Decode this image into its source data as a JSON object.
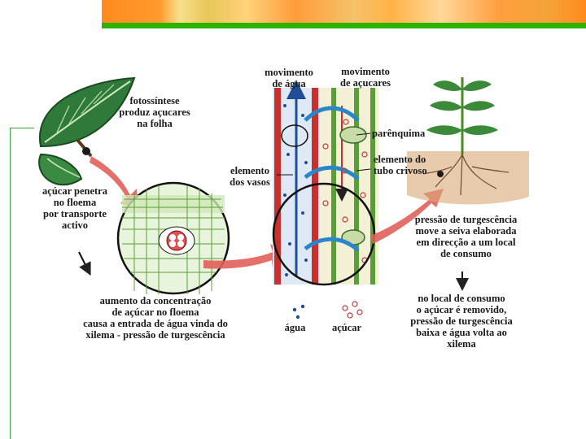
{
  "labels": {
    "photosynthesis": [
      "fotossíntese",
      "produz açucares",
      "na folha"
    ],
    "sugar_enters": [
      "açúcar penetra",
      "no floema",
      "por transporte",
      "activo"
    ],
    "concentration": [
      "aumento da concentração",
      "de açúcar no floema",
      "causa a entrada de água vinda do",
      "xilema - pressão de turgescência"
    ],
    "water_movement": [
      "movimento",
      "de água"
    ],
    "sugar_movement": [
      "movimento",
      "de açucares"
    ],
    "parenchyma": "parênquima",
    "vessel_element": [
      "elemento",
      "dos vasos"
    ],
    "sieve_tube": [
      "elemento do",
      "tubo crivoso"
    ],
    "water_legend": "água",
    "sugar_legend": "açúcar",
    "turgor_flow": [
      "pressão de turgescência",
      "move a seiva elaborada",
      "em direcção a um local",
      "de consumo"
    ],
    "consumption": [
      "no local de consumo",
      "o açúcar é removido,",
      "pressão de turgescência",
      "baixa e água volta ao",
      "xilema"
    ]
  },
  "colors": {
    "banner_orange": "#ff8a1e",
    "banner_green": "#2db200",
    "xylem_red": "#c8302c",
    "water_blue": "#1f4e96",
    "phloem_green": "#5a9e3a",
    "arrow_red": "#e0605a"
  }
}
